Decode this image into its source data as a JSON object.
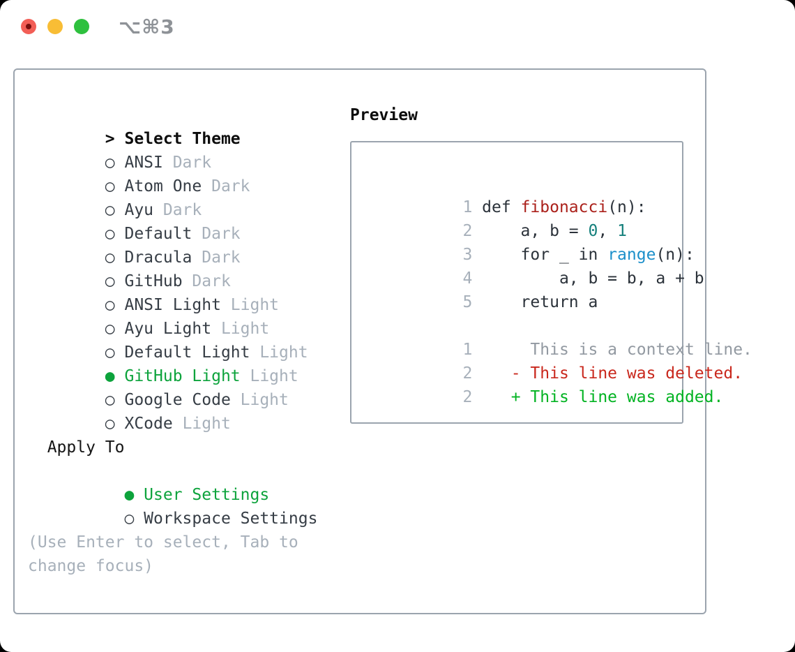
{
  "window": {
    "title_shortcut": "⌥⌘3"
  },
  "colors": {
    "traffic_red": "#f25e56",
    "traffic_red_dot": "#770f0e",
    "traffic_yellow": "#f8bd35",
    "traffic_green": "#2ec03e",
    "titlebar_text": "#8e9297",
    "panel_border": "#9ba4ae",
    "text_dark": "#363d45",
    "text_black": "#0d0d0d",
    "text_muted": "#a7b0ba",
    "accent_green": "#0da33c",
    "syntax_func": "#ab211b",
    "syntax_num": "#15807c",
    "syntax_builtin": "#1b8fca",
    "diff_context": "#9299a1",
    "diff_del": "#c9281d",
    "diff_add": "#02b322"
  },
  "sidebar": {
    "header": {
      "prefix": ">",
      "label": "Select Theme"
    },
    "items": [
      {
        "marker": "○",
        "label": "ANSI",
        "variant": "Dark",
        "selected": false
      },
      {
        "marker": "○",
        "label": "Atom One",
        "variant": "Dark",
        "selected": false
      },
      {
        "marker": "○",
        "label": "Ayu",
        "variant": "Dark",
        "selected": false
      },
      {
        "marker": "○",
        "label": "Default",
        "variant": "Dark",
        "selected": false
      },
      {
        "marker": "○",
        "label": "Dracula",
        "variant": "Dark",
        "selected": false
      },
      {
        "marker": "○",
        "label": "GitHub",
        "variant": "Dark",
        "selected": false
      },
      {
        "marker": "○",
        "label": "ANSI Light",
        "variant": "Light",
        "selected": false
      },
      {
        "marker": "○",
        "label": "Ayu Light",
        "variant": "Light",
        "selected": false
      },
      {
        "marker": "○",
        "label": "Default Light",
        "variant": "Light",
        "selected": false
      },
      {
        "marker": "●",
        "label": "GitHub Light",
        "variant": "Light",
        "selected": true
      },
      {
        "marker": "○",
        "label": "Google Code",
        "variant": "Light",
        "selected": false
      },
      {
        "marker": "○",
        "label": "XCode",
        "variant": "Light",
        "selected": false
      }
    ],
    "apply_to": {
      "header": "Apply To",
      "options": [
        {
          "marker": "●",
          "label": "User Settings",
          "selected": true
        },
        {
          "marker": "○",
          "label": "Workspace Settings",
          "selected": false
        }
      ]
    },
    "hint": "(Use Enter to select, Tab to change focus)"
  },
  "preview": {
    "heading": "Preview",
    "code_lines": [
      {
        "num": "1",
        "t0": "def ",
        "t1": "fibonacci",
        "t2": "(n):"
      },
      {
        "num": "2",
        "t0": "    a, b = ",
        "t1": "0",
        "t2": ", ",
        "t3": "1"
      },
      {
        "num": "3",
        "t0": "    for _ in ",
        "t1": "range",
        "t2": "(n):"
      },
      {
        "num": "4",
        "t0": "        a, b = b, a + b"
      },
      {
        "num": "5",
        "t0": "    return a"
      }
    ],
    "diff_lines": [
      {
        "num": "1",
        "text": "     This is a context line.",
        "type": "context"
      },
      {
        "num": "2",
        "text": "   - This line was deleted.",
        "type": "deleted"
      },
      {
        "num": "2",
        "text": "   + This line was added.",
        "type": "added"
      }
    ]
  }
}
